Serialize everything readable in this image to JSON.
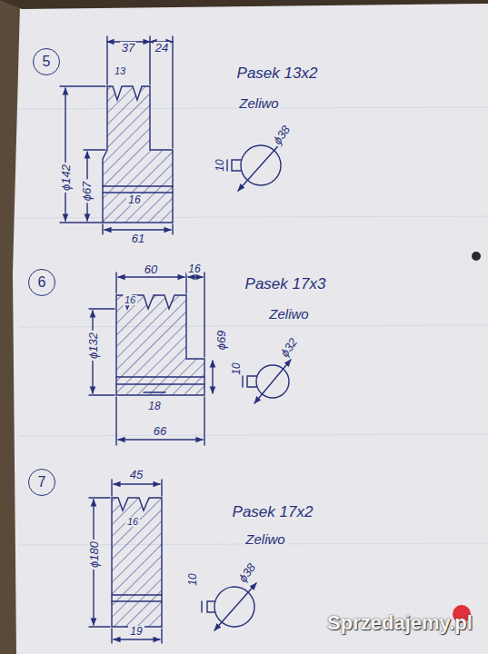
{
  "diagram": {
    "nodes": [
      {
        "text": [
          "5"
        ]
      },
      {
        "text": [
          "6"
        ]
      },
      {
        "text": [
          "7"
        ]
      }
    ],
    "labels": [
      "37",
      "24",
      "13",
      "ϕ142",
      "ϕ67",
      "16",
      "61",
      "Pasek 13x2",
      "Zeliwo",
      "10",
      "ϕ38",
      "60",
      "16",
      "16",
      "ϕ132",
      "ϕ69",
      "18",
      "66",
      "Pasek 17x3",
      "Zeliwo",
      "10",
      "ϕ32",
      "45",
      "16",
      "ϕ180",
      "19",
      "Pasek 17x2",
      "Zeliwo",
      "10",
      "ϕ38",
      "Sprzedajemy.pl"
    ]
  }
}
